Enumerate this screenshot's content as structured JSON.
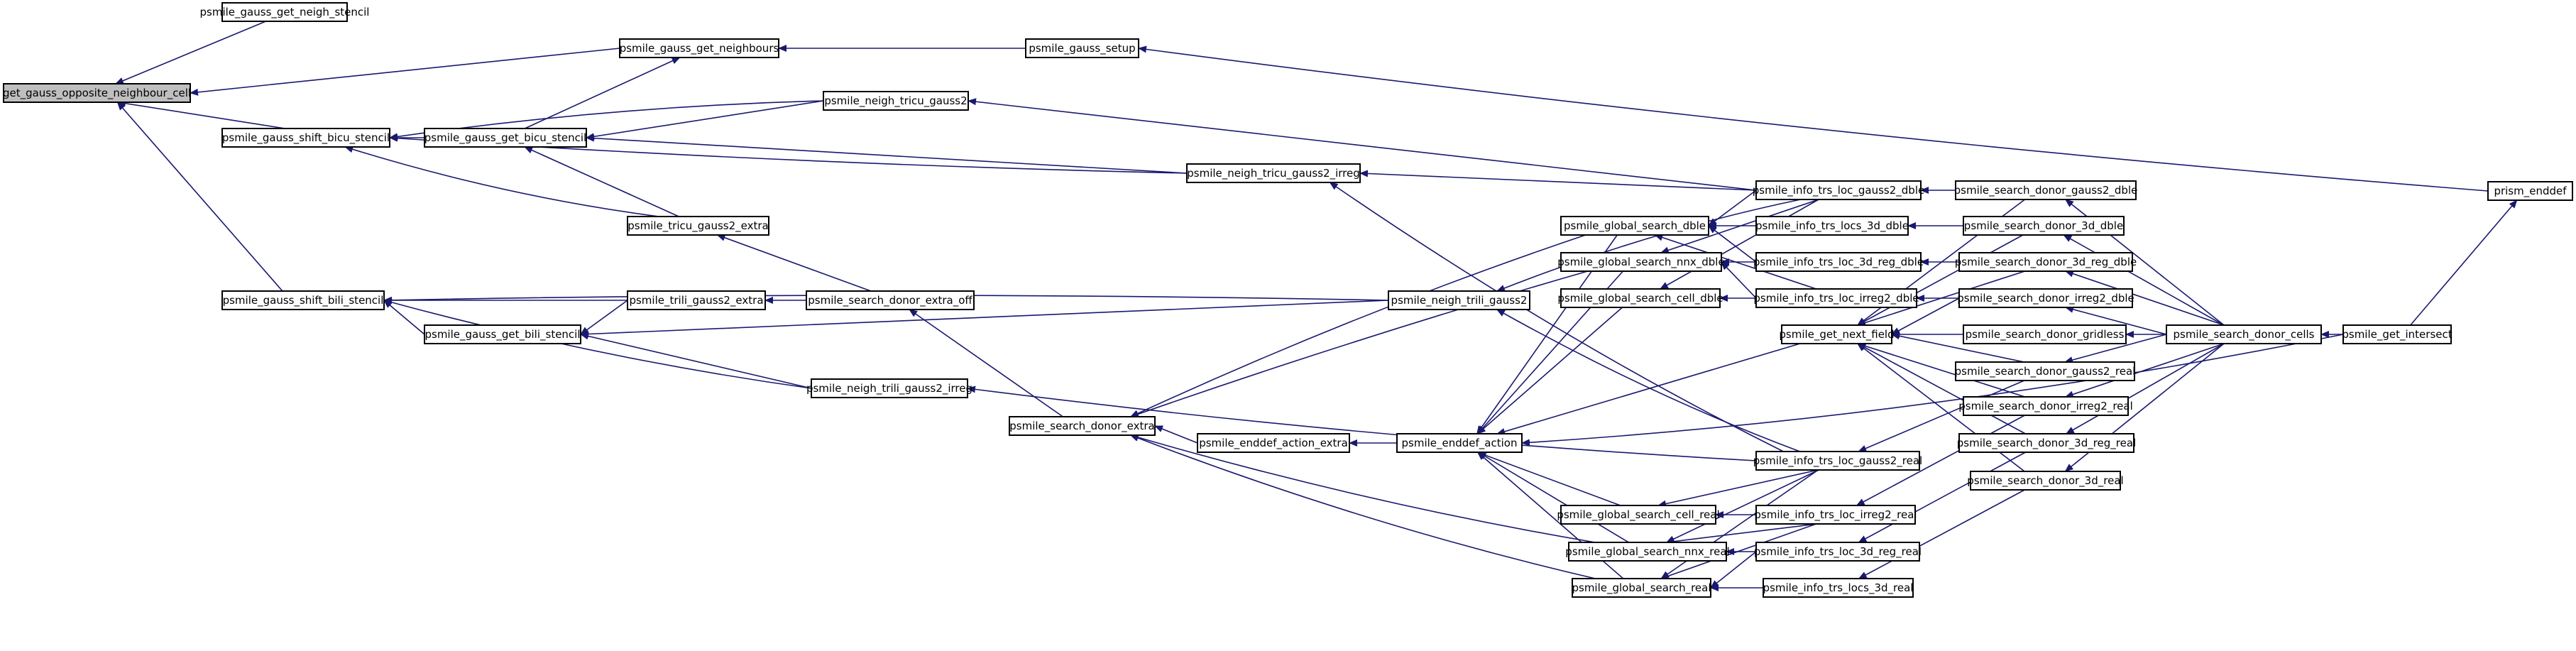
{
  "colors": {
    "edge": "#191970",
    "node_border": "#000000",
    "highlight_fill": "#bfbfbf",
    "background": "#ffffff"
  },
  "nodes": {
    "n_ggonc": "get_gauss_opposite_neighbour_cell",
    "n_pggns": "psmile_gauss_get_neigh_stencil",
    "n_pggn": "psmile_gauss_get_neighbours",
    "n_pgs": "psmile_gauss_setup",
    "n_pe": "prism_enddef",
    "n_pgsbs": "psmile_gauss_shift_bicu_stencil",
    "n_pggbs": "psmile_gauss_get_bicu_stencil",
    "n_pntg2": "psmile_neigh_tricu_gauss2",
    "n_pntg2i": "psmile_neigh_tricu_gauss2_irreg",
    "n_ptg2e": "psmile_tricu_gauss2_extra",
    "n_pgsbls": "psmile_gauss_shift_bili_stencil",
    "n_ptlg2e": "psmile_trili_gauss2_extra",
    "n_psdeo": "psmile_search_donor_extra_off",
    "n_pggbls": "psmile_gauss_get_bili_stencil",
    "n_pnlg2": "psmile_neigh_trili_gauss2",
    "n_pnlg2i": "psmile_neigh_trili_gauss2_irreg",
    "n_psde": "psmile_search_donor_extra",
    "n_peae": "psmile_enddef_action_extra",
    "n_pea": "psmile_enddef_action",
    "n_pgsd": "psmile_global_search_dble",
    "n_pgsnd": "psmile_global_search_nnx_dble",
    "n_pgscd": "psmile_global_search_cell_dble",
    "n_pgscr": "psmile_global_search_cell_real",
    "n_pgsnr": "psmile_global_search_nnx_real",
    "n_pgsr": "psmile_global_search_real",
    "n_pitlg2d": "psmile_info_trs_loc_gauss2_dble",
    "n_pitl3d": "psmile_info_trs_locs_3d_dble",
    "n_pitl3rd": "psmile_info_trs_loc_3d_reg_dble",
    "n_pitli2d": "psmile_info_trs_loc_irreg2_dble",
    "n_pgnf": "psmile_get_next_field",
    "n_pitlg2r": "psmile_info_trs_loc_gauss2_real",
    "n_pitli2r": "psmile_info_trs_loc_irreg2_real",
    "n_pitl3rr": "psmile_info_trs_loc_3d_reg_real",
    "n_pitl3r": "psmile_info_trs_locs_3d_real",
    "n_psdg2d": "psmile_search_donor_gauss2_dble",
    "n_psd3d": "psmile_search_donor_3d_dble",
    "n_psd3rd": "psmile_search_donor_3d_reg_dble",
    "n_psdi2d": "psmile_search_donor_irreg2_dble",
    "n_psdgl": "psmile_search_donor_gridless",
    "n_psdg2r": "psmile_search_donor_gauss2_real",
    "n_psdi2r": "psmile_search_donor_irreg2_real",
    "n_psd3rr": "psmile_search_donor_3d_reg_real",
    "n_psd3r": "psmile_search_donor_3d_real",
    "n_psdc": "psmile_search_donor_cells",
    "n_pgi": "psmile_get_intersect"
  }
}
